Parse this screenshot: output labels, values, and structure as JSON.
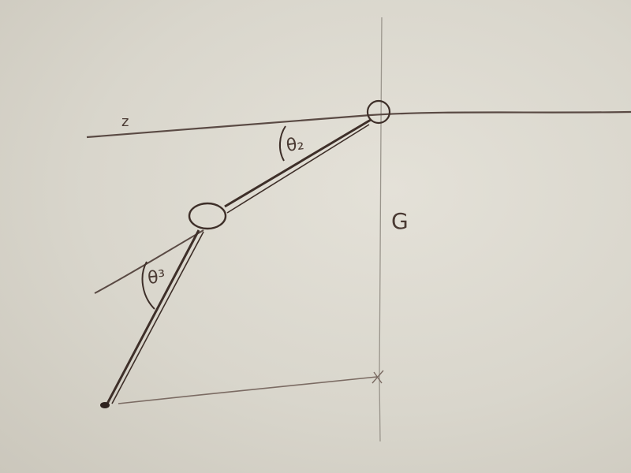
{
  "diagram": {
    "labels": {
      "axis_z": "z",
      "frame": "G",
      "axis_x": "x",
      "angle_2": "θ₂",
      "angle_3": "θ³"
    },
    "colors": {
      "paper": "#dcd9d0",
      "ink": "#4a3a33",
      "pencil": "#9a958c"
    }
  }
}
